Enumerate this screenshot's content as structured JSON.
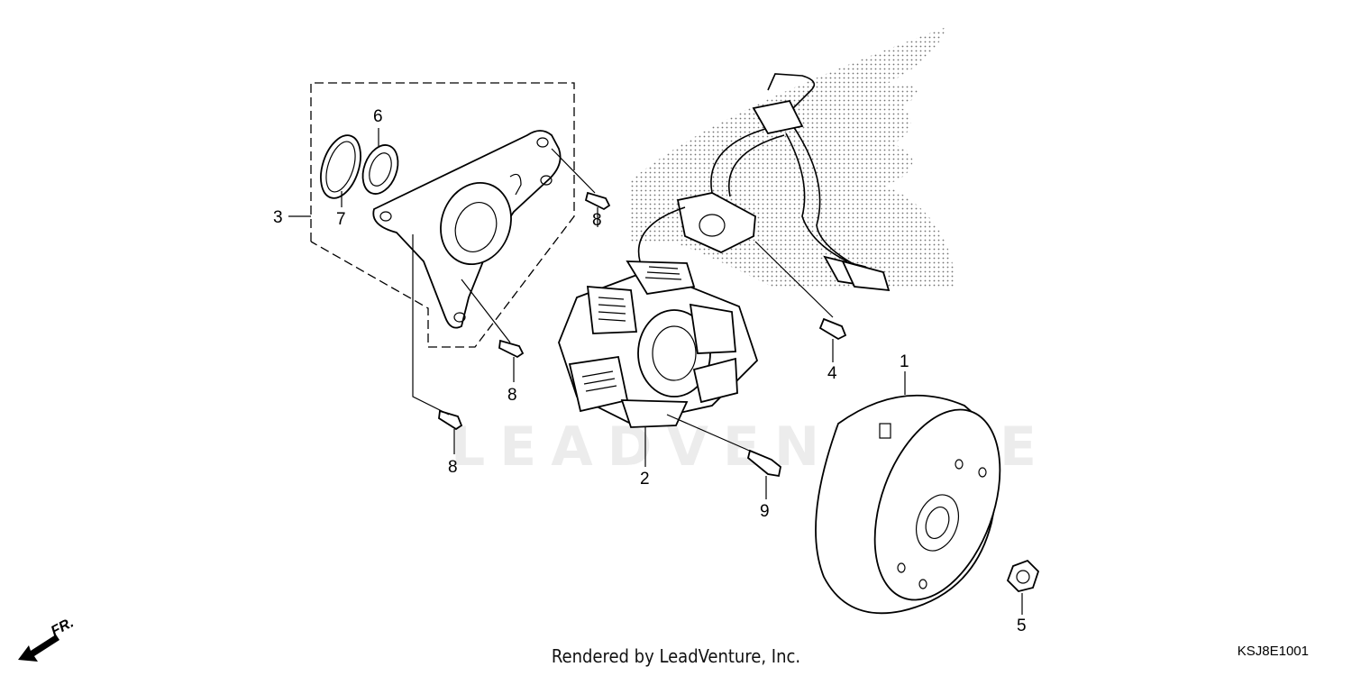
{
  "diagram": {
    "callouts": [
      {
        "id": "1",
        "label": "1"
      },
      {
        "id": "2",
        "label": "2"
      },
      {
        "id": "3",
        "label": "3"
      },
      {
        "id": "4",
        "label": "4"
      },
      {
        "id": "5",
        "label": "5"
      },
      {
        "id": "6",
        "label": "6"
      },
      {
        "id": "7",
        "label": "7"
      },
      {
        "id": "8a",
        "label": "8"
      },
      {
        "id": "8b",
        "label": "8"
      },
      {
        "id": "8c",
        "label": "8"
      },
      {
        "id": "9",
        "label": "9"
      }
    ],
    "watermark": "LEADVENTURE",
    "direction_label": "FR.",
    "footer": "Rendered by LeadVenture, Inc.",
    "code": "KSJ8E1001"
  }
}
